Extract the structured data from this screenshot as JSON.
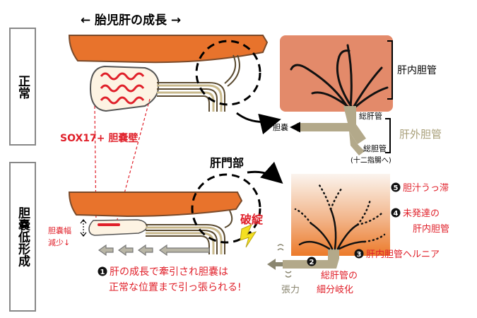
{
  "panels": {
    "normal": "正常",
    "hypoplasia": "胆嚢低形成"
  },
  "top": {
    "growth_title": "← 胎児肝の成長 →",
    "intrahepatic_duct": "肝内胆管",
    "common_hepatic_duct": "総肝管",
    "extrahepatic_duct": "肝外胆管",
    "gallbladder": "胆嚢",
    "common_bile_duct": "総胆管",
    "duodenum_note": "(十二指腸へ)"
  },
  "middle": {
    "sox17_label": "SOX17+ 胆嚢壁",
    "hilum_label": "肝門部"
  },
  "bottom": {
    "width_label_1": "胆嚢幅",
    "width_label_2": "減少↓",
    "rupture": "破綻",
    "step1_line1": "肝の成長で牽引され胆嚢は",
    "step1_line2": "正常な位置まで引っ張られる!",
    "tension": "張力",
    "step2_line1": "総肝管の",
    "step2_line2": "細分岐化",
    "step3": "肝内胆管ヘルニア",
    "step4_line1": "未発達の",
    "step4_line2": "肝内胆管",
    "step5": "胆汁うっ滞",
    "numbers": [
      "1",
      "2",
      "3",
      "4",
      "5"
    ]
  },
  "colors": {
    "liver_orange": "#e8732c",
    "liver_box_top": "#e38a6a",
    "duct_tan": "#b3a98a",
    "label_red": "#e0202a",
    "extrahepatic_text": "#a89f78",
    "panel_border": "#888888"
  }
}
